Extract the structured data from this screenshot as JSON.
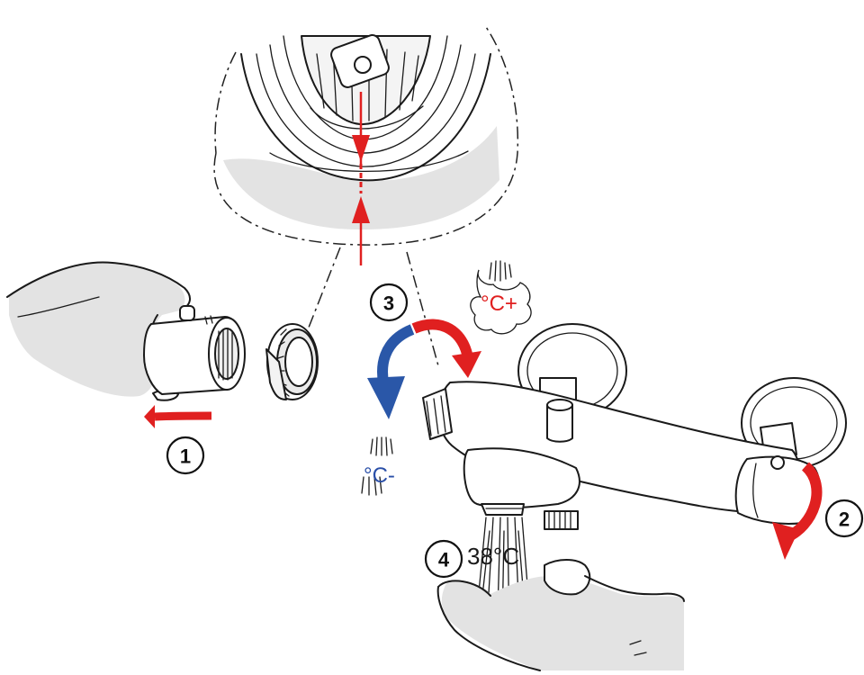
{
  "steps": [
    {
      "number": "1"
    },
    {
      "number": "2"
    },
    {
      "number": "3"
    },
    {
      "number": "4"
    }
  ],
  "labels": {
    "hot": "°C+",
    "cold": "°C-",
    "set_temperature": "38°C"
  },
  "colors": {
    "arrow_red": "#e02020",
    "arrow_blue": "#2a57a8",
    "line": "#1a1a1a",
    "shade": "#e3e3e3"
  },
  "icons": [
    "hand-icon",
    "thermostat-handle-icon",
    "splined-ring-icon",
    "faucet-icon",
    "rotation-arrow-icon",
    "water-spray-icon",
    "steam-icon"
  ]
}
